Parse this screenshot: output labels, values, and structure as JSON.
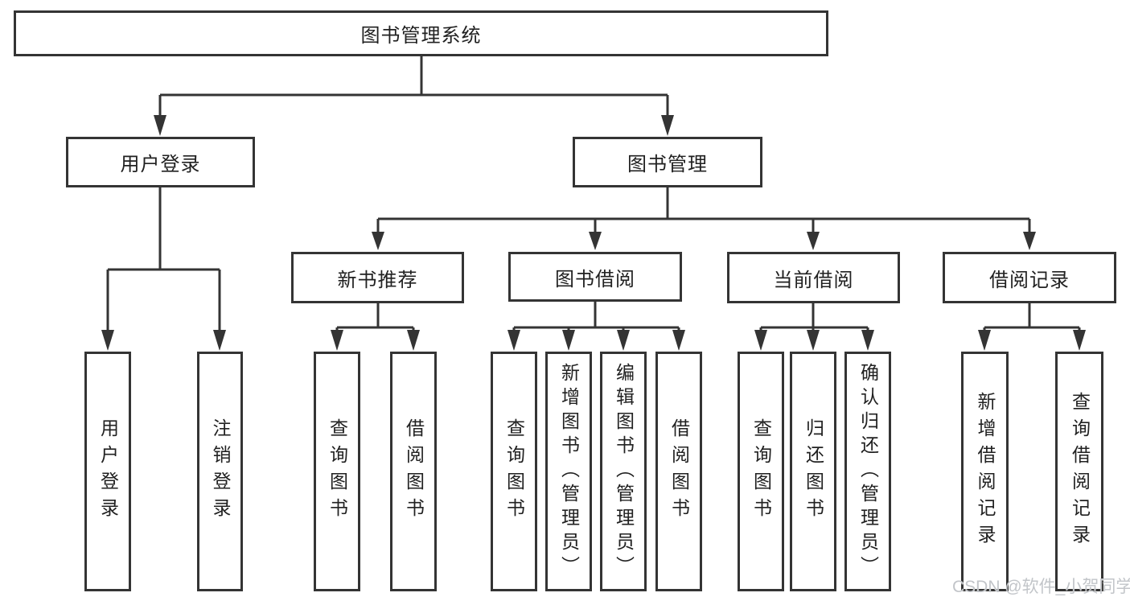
{
  "tree": {
    "label": "图书管理系统",
    "children": [
      {
        "label": "用户登录",
        "children": [
          {
            "label": "用户登录"
          },
          {
            "label": "注销登录"
          }
        ]
      },
      {
        "label": "图书管理",
        "children": [
          {
            "label": "新书推荐",
            "children": [
              {
                "label": "查询图书"
              },
              {
                "label": "借阅图书"
              }
            ]
          },
          {
            "label": "图书借阅",
            "children": [
              {
                "label": "查询图书"
              },
              {
                "label": "新增图书（管理员）"
              },
              {
                "label": "编辑图书（管理员）"
              },
              {
                "label": "借阅图书"
              }
            ]
          },
          {
            "label": "当前借阅",
            "children": [
              {
                "label": "查询图书"
              },
              {
                "label": "归还图书"
              },
              {
                "label": "确认归还（管理员）"
              }
            ]
          },
          {
            "label": "借阅记录",
            "children": [
              {
                "label": "新增借阅记录"
              },
              {
                "label": "查询借阅记录"
              }
            ]
          }
        ]
      }
    ]
  },
  "watermark": {
    "text": "CSDN @软件_小贺同学"
  },
  "colors": {
    "line": "#343434",
    "text": "#212121",
    "box_background": "#ffffff",
    "page_background": "#ffffff",
    "watermark": "#c2c5c9"
  }
}
